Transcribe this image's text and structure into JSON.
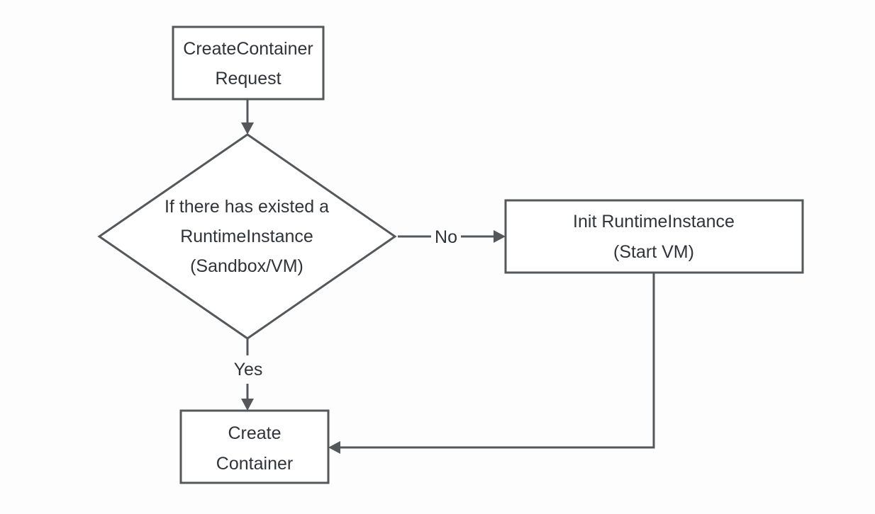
{
  "colors": {
    "stroke": "#54585a",
    "text": "#303438",
    "background": "#fdfdfd"
  },
  "nodes": {
    "request": {
      "shape": "rectangle",
      "lines": [
        "CreateContainer",
        "Request"
      ]
    },
    "check": {
      "shape": "diamond",
      "lines": [
        "If there has existed a",
        "RuntimeInstance",
        "(Sandbox/VM)"
      ]
    },
    "init": {
      "shape": "rectangle",
      "lines": [
        "Init RuntimeInstance",
        "(Start VM)"
      ]
    },
    "create": {
      "shape": "rectangle",
      "lines": [
        "Create",
        "Container"
      ]
    }
  },
  "edges": {
    "request_to_check": {
      "from": "request",
      "to": "check",
      "label": ""
    },
    "check_to_init": {
      "from": "check",
      "to": "init",
      "label": "No"
    },
    "check_to_create": {
      "from": "check",
      "to": "create",
      "label": "Yes"
    },
    "init_to_create": {
      "from": "init",
      "to": "create",
      "label": ""
    }
  }
}
